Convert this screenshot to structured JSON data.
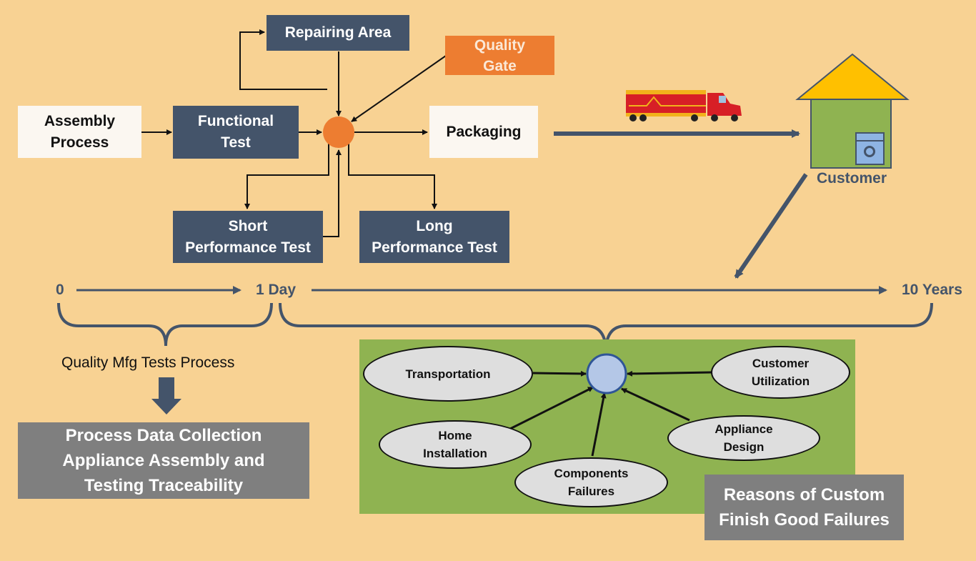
{
  "flow": {
    "assembly": "Assembly\nProcess",
    "functional": "Functional\nTest",
    "repairing": "Repairing Area",
    "quality_gate": "Quality\nGate",
    "packaging": "Packaging",
    "short_test": "Short\nPerformance Test",
    "long_test": "Long\nPerformance Test",
    "customer": "Customer"
  },
  "timeline": {
    "start": "0",
    "mid": "1 Day",
    "end": "10 Years",
    "process_label": "Quality Mfg Tests Process"
  },
  "data_collection": "Process Data Collection\nAppliance Assembly and\nTesting Traceability",
  "reasons": {
    "title": "Reasons of Custom\nFinish Good Failures",
    "transportation": "Transportation",
    "customer_utilization": "Customer\nUtilization",
    "home_installation": "Home\nInstallation",
    "appliance_design": "Appliance\nDesign",
    "components_failures": "Components\nFailures"
  },
  "colors": {
    "background": "#f8d293",
    "dark_box": "#44546a",
    "quality_gate": "#ed7d31",
    "hub": "#ed7d31",
    "green_panel": "#8fb351",
    "grey_box": "#7f7f7f",
    "house_roof": "#ffc000",
    "house_body": "#8fb351",
    "reason_hub": "#b4c7e7"
  }
}
